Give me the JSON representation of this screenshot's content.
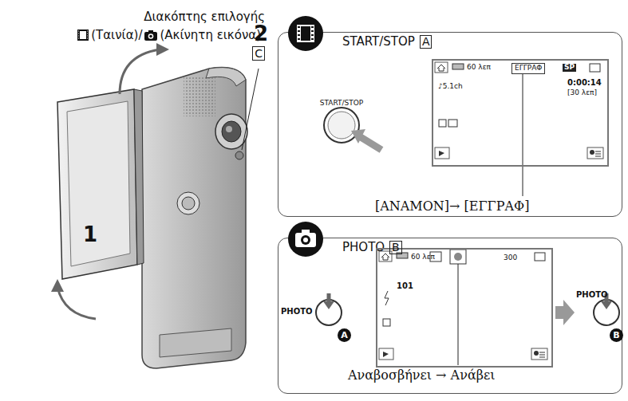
{
  "diagram": {
    "nodes": [
      {
        "text": [
          "START/STOP"
        ]
      },
      {
        "text": [
          "60 λεπ",
          "ΕΓΓΡΑΦ",
          "SP",
          "0:00:14",
          "[30 λεπ]",
          "♪5.1ch"
        ],
        "in": 0
      },
      {
        "text": [
          "PHOTO"
        ]
      },
      {
        "text": [
          "60 λεπ",
          "101",
          "300"
        ],
        "in": 2
      }
    ],
    "labels": [
      "Διακόπτης επιλογής",
      "(Ταινία)/",
      "(Ακίνητη εικόνα)",
      "C",
      "1",
      "2",
      "A",
      "START/STOP",
      "[ΑΝΑΜΟΝ]→ [ΕΓΓΡΑΦ]",
      "B",
      "PHOTO",
      "A",
      "PHOTO",
      "B",
      "Αναβοσβήνει → Ανάβει"
    ]
  }
}
